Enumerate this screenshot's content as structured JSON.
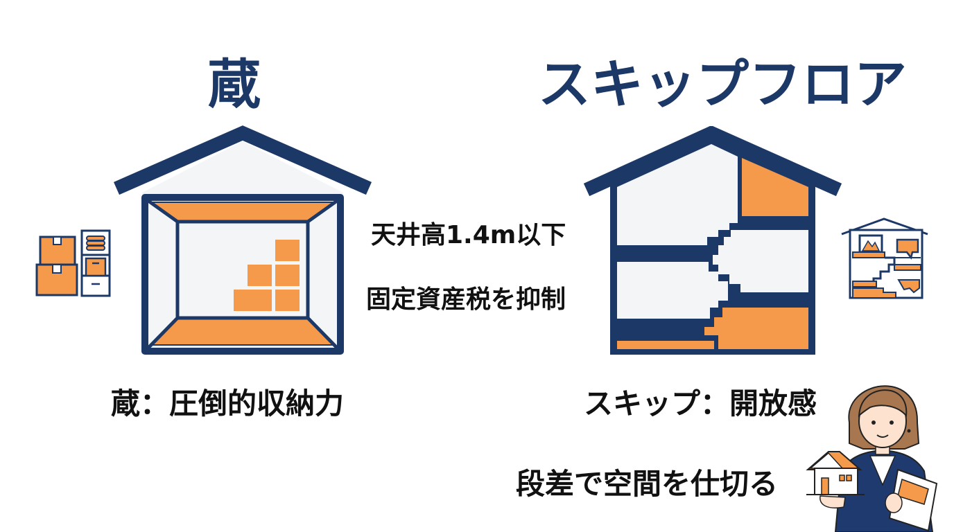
{
  "colors": {
    "navy": "#1c3866",
    "orange": "#f59a4a",
    "wall": "#f4f5f7",
    "text": "#111111",
    "skin": "#fde3cf",
    "hair": "#a9774f"
  },
  "left": {
    "title": "蔵",
    "caption": "蔵：圧倒的収納力",
    "illustration": "kura-house-cross-section",
    "side_icon": "storage-boxes-shelf-icon"
  },
  "middle": {
    "lines": [
      "天井高1.4m以下",
      "固定資産税を抑制"
    ]
  },
  "right": {
    "title": "スキップフロア",
    "caption": "スキップ：開放感",
    "illustration": "skip-floor-house-cross-section",
    "side_icon": "skip-floor-house-icon"
  },
  "footer": {
    "caption": "段差で空間を仕切る",
    "character": "female-real-estate-agent-holding-house-and-document"
  }
}
